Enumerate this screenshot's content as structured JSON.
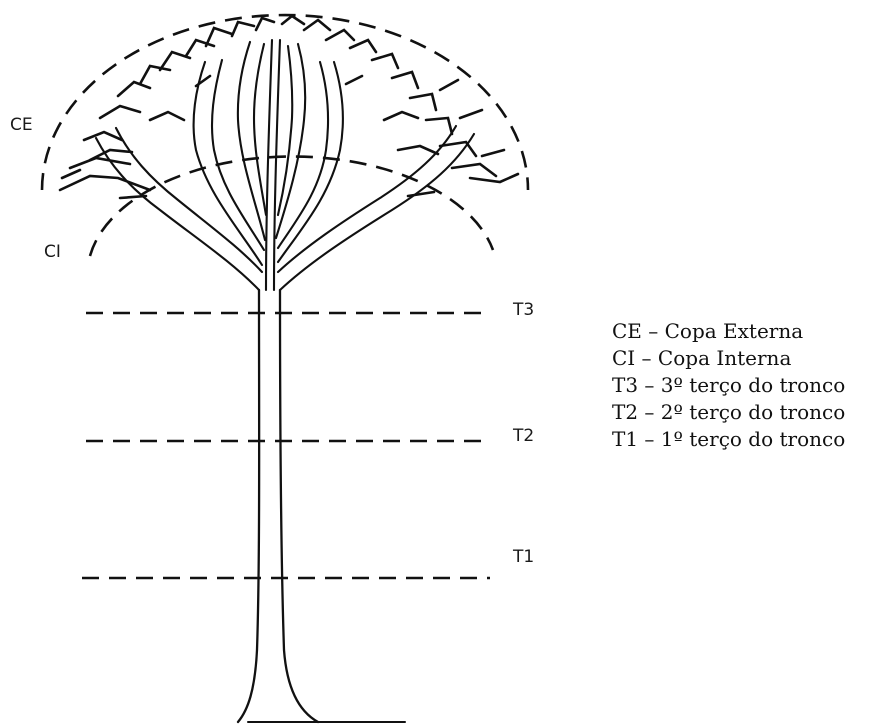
{
  "labels": {
    "ce": "CE",
    "ci": "CI",
    "t3": "T3",
    "t2": "T2",
    "t1": "T1"
  },
  "legend": [
    "CE – Copa Externa",
    "CI – Copa Interna",
    "T3 – 3º terço do tronco",
    "T2 – 2º terço do tronco",
    "T1 – 1º terço do tronco"
  ],
  "colors": {
    "ink": "#111111",
    "background": "#ffffff"
  }
}
